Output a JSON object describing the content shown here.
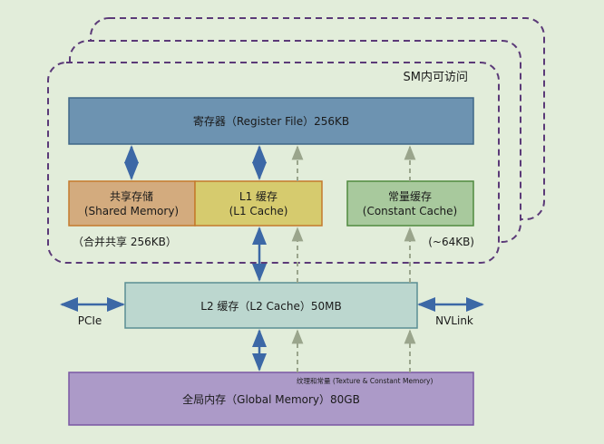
{
  "colors": {
    "background": "#e2edda",
    "dashed_border": "#5b3a78",
    "arrow_blue": "#3c68a6",
    "arrow_gray": "#9aa58c",
    "register": "#6d93b1",
    "shared": "#d3ab7e",
    "l1": "#d6cb6e",
    "constant": "#a8c99d",
    "l2": "#bcd7cf",
    "global": "#ac9ac8"
  },
  "sm": {
    "title": "SM内可访问"
  },
  "register": {
    "label": "寄存器（Register File）256KB"
  },
  "shared": {
    "line1": "共享存储",
    "line2": "(Shared Memory)"
  },
  "l1": {
    "line1": "L1 缓存",
    "line2": "(L1 Cache)"
  },
  "constant": {
    "line1": "常量缓存",
    "line2": "(Constant Cache)"
  },
  "notes": {
    "shared_combined": "（合并共享 256KB）",
    "constant_size": "(~64KB)"
  },
  "l2": {
    "label": "L2 缓存（L2 Cache）50MB"
  },
  "pcie": {
    "label": "PCIe"
  },
  "nvlink": {
    "label": "NVLink"
  },
  "texture": {
    "label": "纹理和常量 (Texture & Constant Memory)"
  },
  "global": {
    "label": "全局内存（Global Memory）80GB"
  }
}
